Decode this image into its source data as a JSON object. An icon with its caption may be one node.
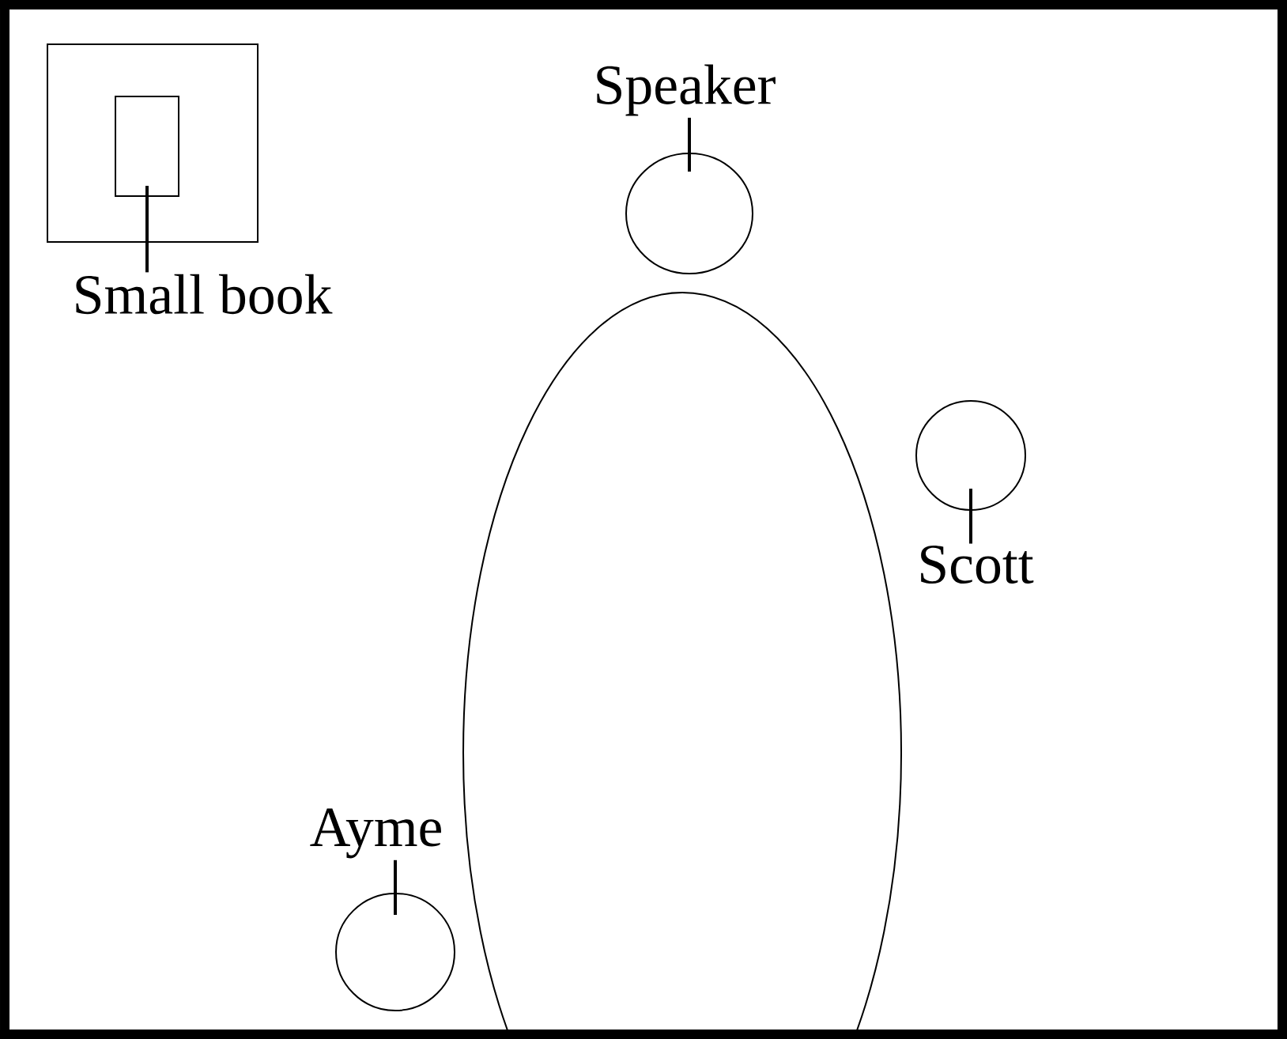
{
  "diagram": {
    "nodes": [
      {
        "text": [],
        "shape": "box"
      },
      {
        "text": [],
        "shape": "box",
        "in": 0
      },
      {
        "text": [
          "Small book"
        ]
      },
      {
        "text": [
          "Speaker"
        ]
      },
      {
        "text": [],
        "shape": "circle"
      },
      {
        "text": [],
        "shape": "ellipse"
      },
      {
        "text": [],
        "shape": "circle"
      },
      {
        "text": [
          "Scott"
        ]
      },
      {
        "text": [
          "Ayme"
        ]
      },
      {
        "text": [],
        "shape": "circle"
      }
    ],
    "edges": [
      {
        "from": 2,
        "to": 1,
        "arrow": "none"
      },
      {
        "from": 3,
        "to": 4,
        "arrow": "none"
      },
      {
        "from": 7,
        "to": 6,
        "arrow": "none"
      },
      {
        "from": 8,
        "to": 9,
        "arrow": "none"
      }
    ]
  }
}
